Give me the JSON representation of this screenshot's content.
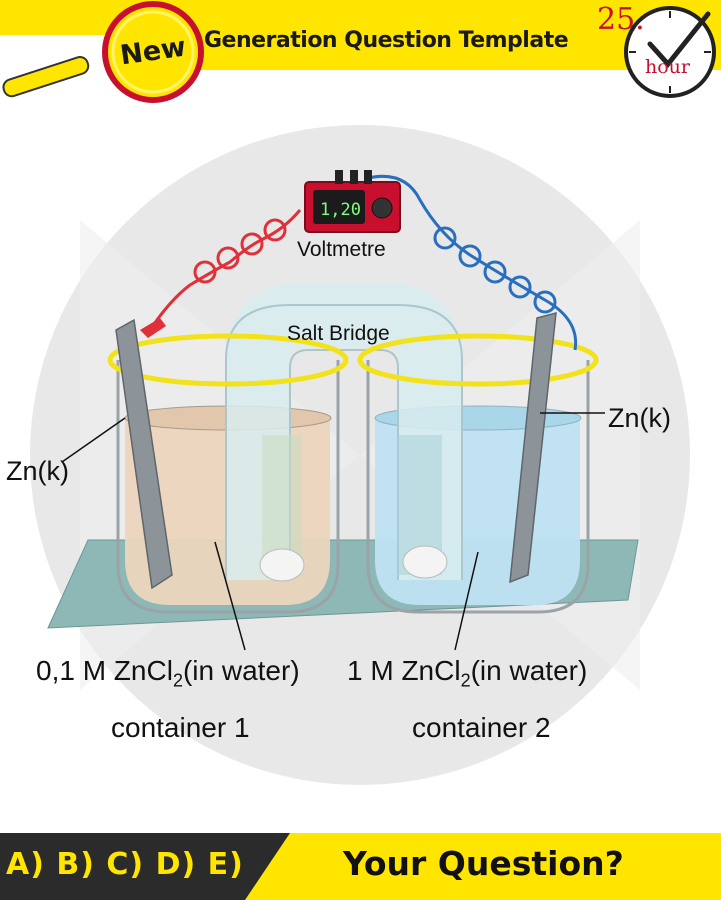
{
  "header": {
    "badge": "New",
    "title": "Generation Question Template",
    "clock_number": "25.",
    "clock_unit": "hour"
  },
  "diagram": {
    "voltmeter": {
      "reading": "1,20",
      "label": "Voltmetre"
    },
    "salt_bridge_label": "Salt Bridge",
    "left_electrode": "Zn(k)",
    "right_electrode": "Zn(k)",
    "left_solution": {
      "prefix": "0,1 M ZnCl",
      "subscript": "2",
      "suffix": "(in water)"
    },
    "right_solution": {
      "prefix": "1 M ZnCl",
      "subscript": "2",
      "suffix": "(in water)"
    },
    "left_container": "container 1",
    "right_container": "container 2"
  },
  "footer": {
    "options": "A) B) C) D) E)",
    "question": "Your Question?"
  },
  "colors": {
    "header_yellow": "#ffe500",
    "badge_red": "#c8102e",
    "footer_dark": "#2b2b2b",
    "left_solution": "#ecd5be",
    "right_solution": "#bfe2f2",
    "wire_red": "#e0303a",
    "wire_blue": "#2a6fbd",
    "ring_yellow": "#f2e21a"
  }
}
